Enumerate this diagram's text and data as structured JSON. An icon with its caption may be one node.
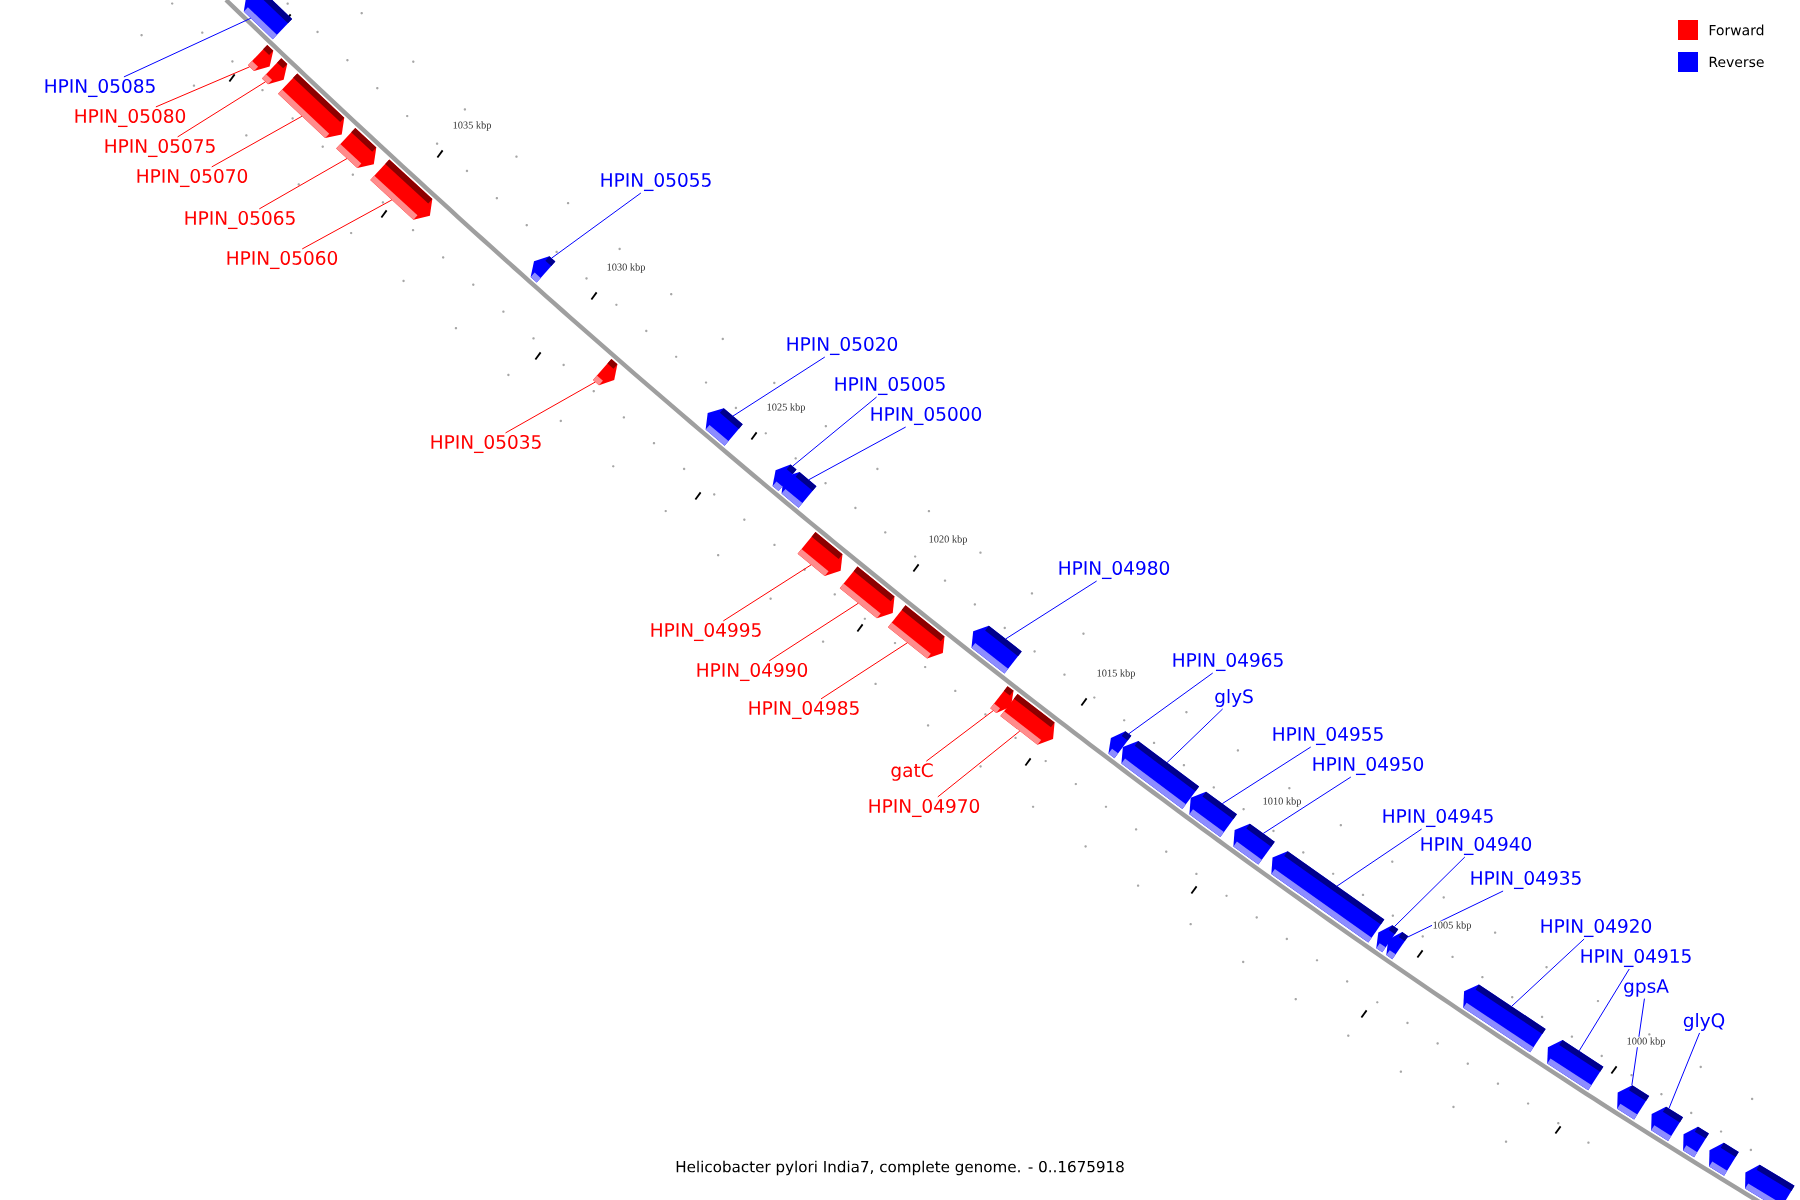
{
  "diagram": {
    "caption": "Helicobacter pylori India7, complete genome. - 0..1675918",
    "nodes": [
      {
        "text": [
          "HPIN_05085"
        ]
      },
      {
        "text": [],
        "shape": "box"
      },
      {
        "text": [
          "HPIN_05080"
        ]
      },
      {
        "text": [],
        "shape": "box"
      },
      {
        "text": [
          "HPIN_05075"
        ]
      },
      {
        "text": [],
        "shape": "box"
      },
      {
        "text": [
          "HPIN_05070"
        ]
      },
      {
        "text": [],
        "shape": "box"
      },
      {
        "text": [
          "HPIN_05065"
        ]
      },
      {
        "text": [],
        "shape": "box"
      },
      {
        "text": [
          "HPIN_05060"
        ]
      },
      {
        "text": [],
        "shape": "box"
      },
      {
        "text": [
          "HPIN_05055"
        ]
      },
      {
        "text": [],
        "shape": "box"
      },
      {
        "text": [
          "HPIN_05035"
        ]
      },
      {
        "text": [],
        "shape": "box"
      },
      {
        "text": [
          "HPIN_05020"
        ]
      },
      {
        "text": [],
        "shape": "box"
      },
      {
        "text": [
          "HPIN_05005"
        ]
      },
      {
        "text": [],
        "shape": "box"
      },
      {
        "text": [
          "HPIN_05000"
        ]
      },
      {
        "text": [],
        "shape": "box"
      },
      {
        "text": [
          "HPIN_04995"
        ]
      },
      {
        "text": [],
        "shape": "box"
      },
      {
        "text": [
          "HPIN_04990"
        ]
      },
      {
        "text": [],
        "shape": "box"
      },
      {
        "text": [
          "HPIN_04985"
        ]
      },
      {
        "text": [],
        "shape": "box"
      },
      {
        "text": [
          "HPIN_04980"
        ]
      },
      {
        "text": [],
        "shape": "box"
      },
      {
        "text": [
          "gatC"
        ]
      },
      {
        "text": [],
        "shape": "box"
      },
      {
        "text": [
          "HPIN_04970"
        ]
      },
      {
        "text": [],
        "shape": "box"
      },
      {
        "text": [
          "HPIN_04965"
        ]
      },
      {
        "text": [],
        "shape": "box"
      },
      {
        "text": [
          "glyS"
        ]
      },
      {
        "text": [],
        "shape": "box"
      },
      {
        "text": [
          "HPIN_04955"
        ]
      },
      {
        "text": [],
        "shape": "box"
      },
      {
        "text": [
          "HPIN_04950"
        ]
      },
      {
        "text": [],
        "shape": "box"
      },
      {
        "text": [
          "HPIN_04945"
        ]
      },
      {
        "text": [],
        "shape": "box"
      },
      {
        "text": [
          "HPIN_04940"
        ]
      },
      {
        "text": [],
        "shape": "box"
      },
      {
        "text": [
          "HPIN_04935"
        ]
      },
      {
        "text": [],
        "shape": "box"
      },
      {
        "text": [
          "HPIN_04920"
        ]
      },
      {
        "text": [],
        "shape": "box"
      },
      {
        "text": [
          "HPIN_04915"
        ]
      },
      {
        "text": [],
        "shape": "box"
      },
      {
        "text": [
          "gpsA"
        ]
      },
      {
        "text": [],
        "shape": "box"
      },
      {
        "text": [
          "glyQ"
        ]
      },
      {
        "text": [],
        "shape": "box"
      },
      {
        "text": [],
        "shape": "box"
      },
      {
        "text": [],
        "shape": "box"
      },
      {
        "text": [],
        "shape": "box"
      }
    ],
    "edges": [
      {
        "from": 0,
        "to": 1,
        "arrow": "none"
      },
      {
        "from": 2,
        "to": 3,
        "arrow": "none",
        "color": "#ff0000"
      },
      {
        "from": 4,
        "to": 5,
        "arrow": "none",
        "color": "#ff0000"
      },
      {
        "from": 6,
        "to": 7,
        "arrow": "none",
        "color": "#ff0000"
      },
      {
        "from": 8,
        "to": 9,
        "arrow": "none",
        "color": "#ff0000"
      },
      {
        "from": 10,
        "to": 11,
        "arrow": "none",
        "color": "#ff0000"
      },
      {
        "from": 12,
        "to": 13,
        "arrow": "none"
      },
      {
        "from": 14,
        "to": 15,
        "arrow": "none",
        "color": "#ff0000"
      },
      {
        "from": 16,
        "to": 17,
        "arrow": "none"
      },
      {
        "from": 18,
        "to": 19,
        "arrow": "none"
      },
      {
        "from": 20,
        "to": 21,
        "arrow": "none"
      },
      {
        "from": 22,
        "to": 23,
        "arrow": "none",
        "color": "#ff0000"
      },
      {
        "from": 24,
        "to": 25,
        "arrow": "none",
        "color": "#ff0000"
      },
      {
        "from": 26,
        "to": 27,
        "arrow": "none",
        "color": "#ff0000"
      },
      {
        "from": 28,
        "to": 29,
        "arrow": "none"
      },
      {
        "from": 30,
        "to": 31,
        "arrow": "none",
        "color": "#ff0000"
      },
      {
        "from": 32,
        "to": 33,
        "arrow": "none",
        "color": "#ff0000"
      },
      {
        "from": 34,
        "to": 35,
        "arrow": "none"
      },
      {
        "from": 36,
        "to": 37,
        "arrow": "none"
      },
      {
        "from": 38,
        "to": 39,
        "arrow": "none"
      },
      {
        "from": 40,
        "to": 41,
        "arrow": "none"
      },
      {
        "from": 42,
        "to": 43,
        "arrow": "none"
      },
      {
        "from": 44,
        "to": 45,
        "arrow": "none"
      },
      {
        "from": 46,
        "to": 47,
        "arrow": "none"
      },
      {
        "from": 48,
        "to": 49,
        "arrow": "none"
      },
      {
        "from": 50,
        "to": 51,
        "arrow": "none"
      },
      {
        "from": 52,
        "to": 53,
        "arrow": "none"
      },
      {
        "from": 54,
        "to": 55,
        "arrow": "none"
      }
    ],
    "labels": [
      "1035 kbp",
      "1030 kbp",
      "1025 kbp",
      "1020 kbp",
      "1015 kbp",
      "1010 kbp",
      "1005 kbp",
      "1000 kbp"
    ],
    "legend": [
      {
        "text": "Forward",
        "color": "#ff0000"
      },
      {
        "text": "Reverse",
        "color": "#0000ff"
      }
    ]
  }
}
